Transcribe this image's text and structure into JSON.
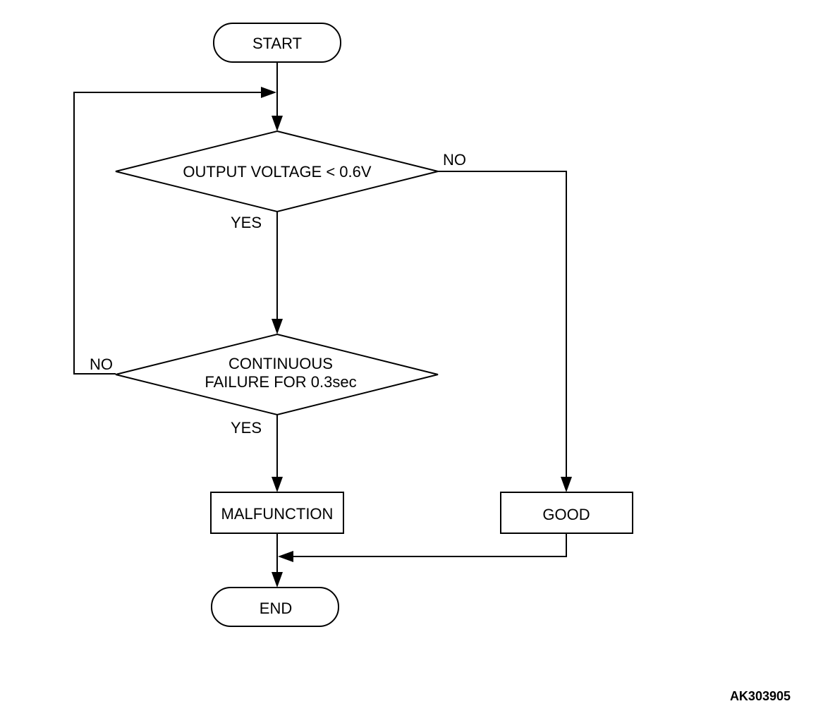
{
  "nodes": {
    "start": "START",
    "decision_voltage": "OUTPUT VOLTAGE < 0.6V",
    "decision_failure_line1": "CONTINUOUS",
    "decision_failure_line2": "FAILURE FOR 0.3sec",
    "malfunction": "MALFUNCTION",
    "good": "GOOD",
    "end": "END"
  },
  "edge_labels": {
    "voltage_no": "NO",
    "voltage_yes": "YES",
    "failure_no": "NO",
    "failure_yes": "YES"
  },
  "figure_code": "AK303905"
}
